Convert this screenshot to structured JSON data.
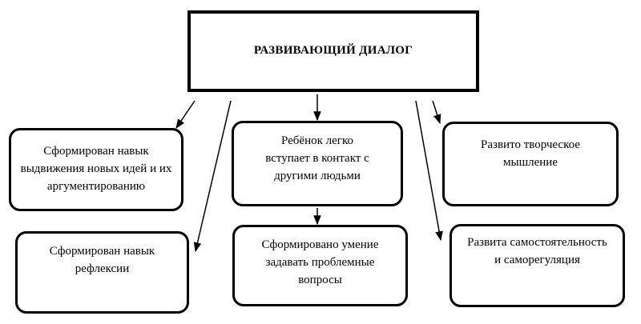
{
  "title": "РАЗВИВАЮЩИЙ ДИАЛОГ",
  "nodes": {
    "skill_ideas": "Сформирован навык выдвижения новых идей и их аргументированию",
    "skill_reflection": "Сформирован навык рефлексии",
    "contact": "Ребёнок легко вступает в контакт с другими людьми",
    "questions": "Сформировано умение задавать проблемные вопросы",
    "creative": "Развито творческое мышление",
    "independence": "Развита самостоятельность и саморегуляция"
  }
}
